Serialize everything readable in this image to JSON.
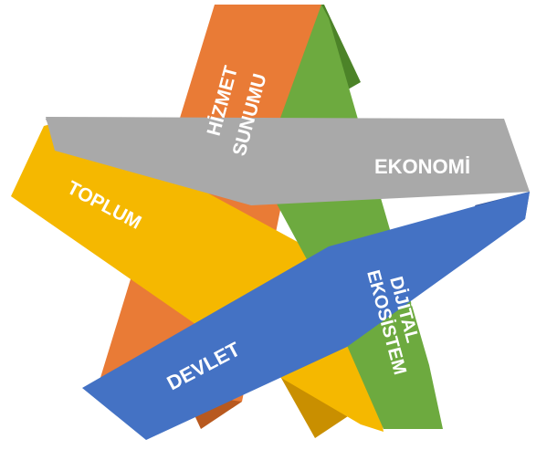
{
  "diagram": {
    "bands": [
      {
        "id": "hizmet",
        "lines": [
          "HİZMET",
          "SUNUMU"
        ],
        "color": "#E97B36",
        "shade": "#B8591F"
      },
      {
        "id": "ekonomi",
        "lines": [
          "EKONOMİ"
        ],
        "color": "#A9A9A9",
        "shade": "#7E7E7E"
      },
      {
        "id": "dijital",
        "lines": [
          "DİJİTAL",
          "EKOSİSTEM"
        ],
        "color": "#6DAA3F",
        "shade": "#4C8328"
      },
      {
        "id": "devlet",
        "lines": [
          "DEVLET"
        ],
        "color": "#4472C4",
        "shade": "#2F4F93"
      },
      {
        "id": "toplum",
        "lines": [
          "TOPLUM"
        ],
        "color": "#F5B800",
        "shade": "#C98F00"
      }
    ]
  }
}
